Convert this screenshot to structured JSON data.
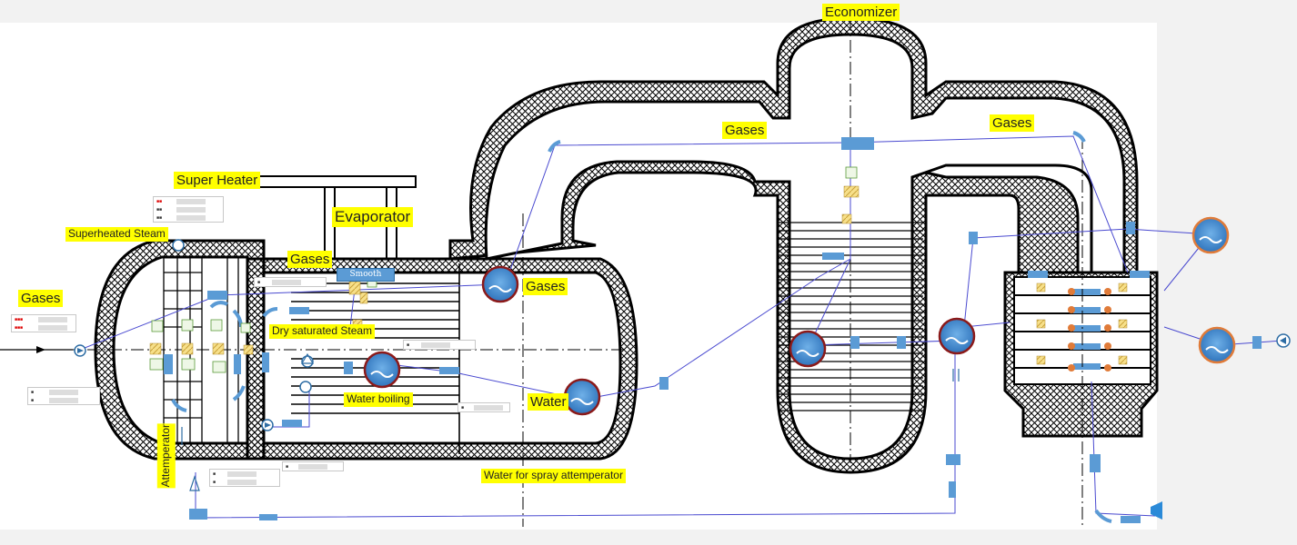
{
  "labels": {
    "economizer": "Economizer",
    "gases_top_left": "Gases",
    "gases_top_right": "Gases",
    "super_heater": "Super Heater",
    "evaporator": "Evaporator",
    "superheated_steam": "Superheated Steam",
    "gases_upper": "Gases",
    "gases_left": "Gases",
    "gases_mid": "Gases",
    "dry_saturated_steam": "Dry saturated Steam",
    "water_boiling": "Water boiling",
    "water": "Water",
    "water_spray": "Water for spray attemperator",
    "attemperator": "Attemperator",
    "smooth": "Smooth"
  },
  "colors": {
    "line": "#4a4ad0",
    "pipe_blue": "#5b9bd5",
    "label_bg": "#ffff00",
    "tank_ring": "#8b1a1a"
  },
  "icons": [
    "water-tank-icon",
    "pump-icon",
    "valve-icon",
    "heat-exchanger-icon",
    "sensor-icon"
  ]
}
